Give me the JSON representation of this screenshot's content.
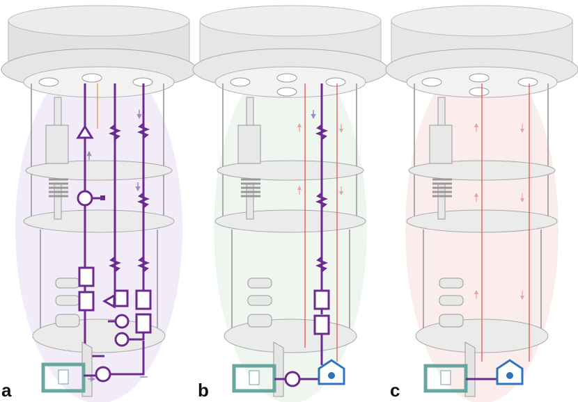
{
  "figure": {
    "panels": [
      {
        "label": "a",
        "tint": "#d9c8ec",
        "line_color": "#6a2a8e"
      },
      {
        "label": "b",
        "tint": "#d6e8d8",
        "line_color": "#6a2a8e"
      },
      {
        "label": "c",
        "tint": "#f6d6d6",
        "line_color": "#e06a6a"
      }
    ],
    "colors": {
      "cryostat_body": "#dcdcdc",
      "cryostat_edge": "#9a9a9a",
      "wiring_purple": "#6a2a8e",
      "arrow_light_purple": "#a48bbf",
      "optical_red": "#e0564f",
      "room_temp_box": "#6aa6a0",
      "converter_blue": "#2f73b8"
    },
    "icons": [
      "amplifier-icon",
      "attenuator-icon",
      "circulator-icon",
      "filter-icon",
      "isolator-icon",
      "converter-icon"
    ]
  }
}
